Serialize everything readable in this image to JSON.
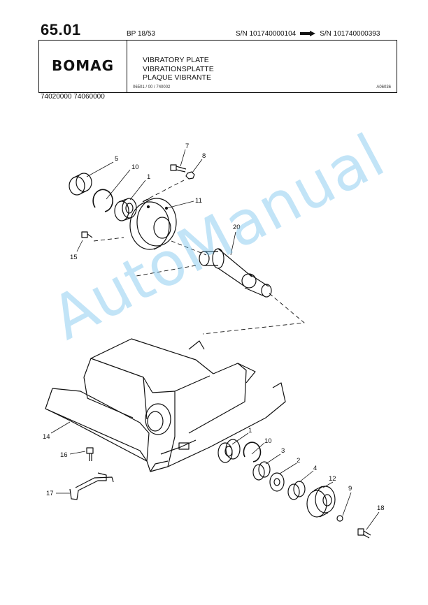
{
  "header": {
    "page_number": "65.01",
    "model": "BP 18/53",
    "sn_from": "S/N 101740000104",
    "sn_to": "S/N 101740000393"
  },
  "title_block": {
    "logo_text": "BOMAG",
    "title_en": "VIBRATORY PLATE",
    "title_de": "VIBRATIONSPLATTE",
    "title_fr": "PLAQUE VIBRANTE",
    "doc_code": "06501 / 00 / 740002",
    "ref_code": "A06036"
  },
  "part_numbers": "74020000  74060000",
  "callouts": {
    "c5": "5",
    "c10a": "10",
    "c1a": "1",
    "c7": "7",
    "c8": "8",
    "c11": "11",
    "c15": "15",
    "c20": "20",
    "c14": "14",
    "c16": "16",
    "c17": "17",
    "c1b": "1",
    "c10b": "10",
    "c3": "3",
    "c2": "2",
    "c4": "4",
    "c12": "12",
    "c9": "9",
    "c18": "18"
  },
  "watermark": "AutoManual"
}
